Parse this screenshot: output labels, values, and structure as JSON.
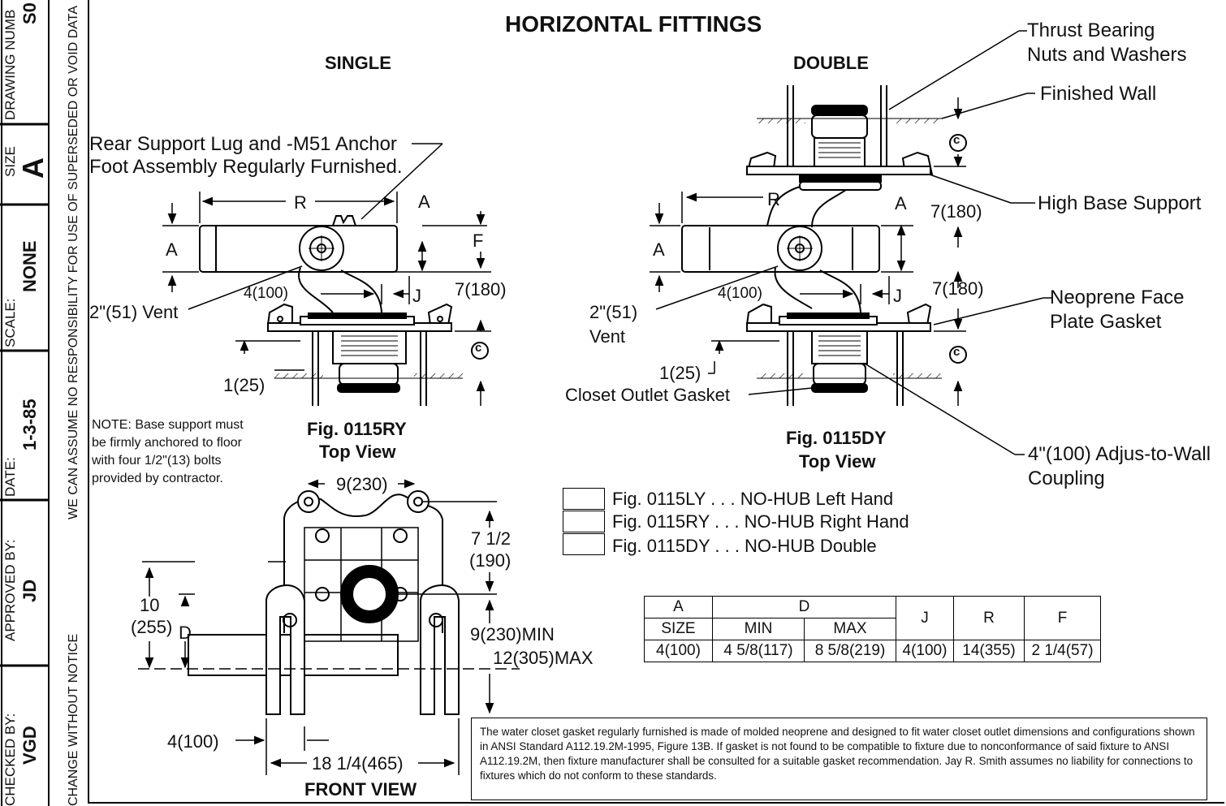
{
  "title_block": {
    "drawing_number_label": "DRAWING NUMB",
    "drawing_number": "S0",
    "size_label": "SIZE",
    "size": "A",
    "scale_label": "SCALE:",
    "scale": "NONE",
    "date_label": "DATE:",
    "date": "1-3-85",
    "approved_label": "APPROVED BY:",
    "approved": "JD",
    "checked_label": "CHECKED BY:",
    "checked": "VGD",
    "disclaimer_1": "WE CAN ASSUME NO RESPONSIBILITY FOR USE OF SUPERSEDED OR VOID DATA",
    "disclaimer_2": "CHANGE WITHOUT NOTICE"
  },
  "drawing": {
    "title": "HORIZONTAL FITTINGS",
    "single_label": "SINGLE",
    "double_label": "DOUBLE",
    "callouts": {
      "thrust_bearing_1": "Thrust Bearing",
      "thrust_bearing_2": "Nuts and Washers",
      "finished_wall": "Finished Wall",
      "high_base_support": "High Base Support",
      "neoprene_1": "Neoprene Face",
      "neoprene_2": "Plate Gasket",
      "coupling_1": "4\"(100) Adjus-to-Wall",
      "coupling_2": "Coupling",
      "rear_support_1": "Rear Support Lug and -M51 Anchor",
      "rear_support_2": "Foot Assembly Regularly Furnished.",
      "vent_single": "2\"(51) Vent",
      "vent_double_1": "2\"(51)",
      "vent_double_2": "Vent",
      "closet_gasket": "Closet Outlet Gasket",
      "copyright": "c"
    },
    "dims": {
      "R": "R",
      "A": "A",
      "F": "F",
      "J": "J",
      "D": "D",
      "d4_100": "4(100)",
      "d7_180": "7(180)",
      "d1_25": "1(25)",
      "d9_230": "9(230)",
      "d7_half_1": "7 1/2",
      "d7_half_2": "(190)",
      "d10_1": "10",
      "d10_2": "(255)",
      "d9_min": "9(230)MIN",
      "d12_max": "12(305)MAX",
      "d18": "18 1/4(465)"
    },
    "note": {
      "line1": "NOTE: Base  support must",
      "line2": "be firmly anchored to floor",
      "line3": "with four 1/2\"(13) bolts",
      "line4": "provided by contractor."
    },
    "fig_single_1": "Fig. 0115RY",
    "fig_single_2": "Top View",
    "fig_double_1": "Fig. 0115DY",
    "fig_double_2": "Top View",
    "front_view": "FRONT VIEW"
  },
  "legend": [
    "Fig. 0115LY . . . NO-HUB Left Hand",
    "Fig. 0115RY . . . NO-HUB Right Hand",
    "Fig. 0115DY . . . NO-HUB Double"
  ],
  "table": {
    "h_a": "A",
    "h_size": "SIZE",
    "h_d": "D",
    "h_min": "MIN",
    "h_max": "MAX",
    "h_j": "J",
    "h_r": "R",
    "h_f": "F",
    "row": [
      "4(100)",
      "4 5/8(117)",
      "8 5/8(219)",
      "4(100)",
      "14(355)",
      "2 1/4(57)"
    ]
  },
  "disclaimer": "The water closet gasket regularly furnished is made of molded neoprene and designed to fit water closet outlet dimensions and configurations shown in ANSI Standard A112.19.2M-1995, Figure 13B.  If gasket is not found to be compatible to fixture due to nonconformance of said fixture to ANSI A112.19.2M, then fixture manufacturer shall be consulted for a suitable gasket recommendation.  Jay R. Smith assumes no liability for connections to fixtures which do not conform to these standards."
}
